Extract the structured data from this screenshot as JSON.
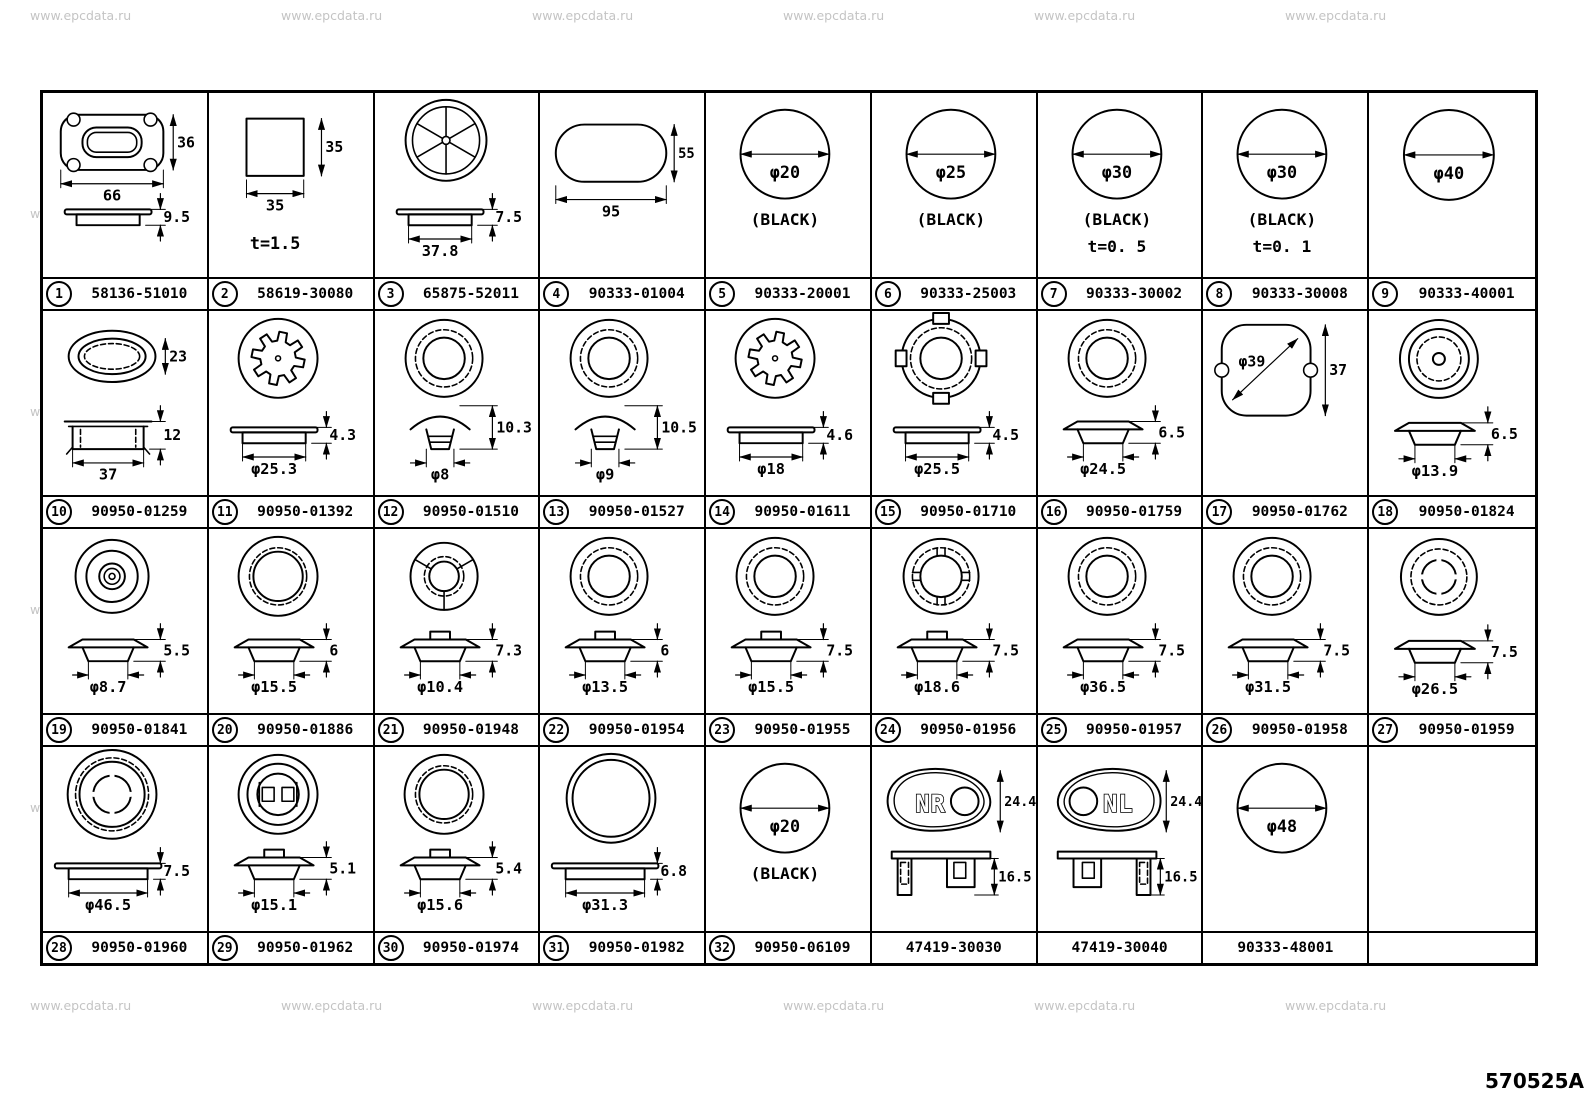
{
  "page": {
    "code": "570525A",
    "watermark": "www.epcdata.ru"
  },
  "parts": [
    {
      "n": "1",
      "p": "58136-51010",
      "t": "plate",
      "vh": "36",
      "vw": "66",
      "s": "flat",
      "sh": "9.5"
    },
    {
      "n": "2",
      "p": "58619-30080",
      "t": "square",
      "vh": "35",
      "vw": "35",
      "notes": [
        "t=1.5"
      ]
    },
    {
      "n": "3",
      "p": "65875-52011",
      "t": "spoke",
      "s": "flat",
      "sh": "7.5",
      "sw": "37.8"
    },
    {
      "n": "4",
      "p": "90333-01004",
      "t": "stadium",
      "vh": "55",
      "vw": "95"
    },
    {
      "n": "5",
      "p": "90333-20001",
      "t": "circle",
      "c": "φ20",
      "notes": [
        "(BLACK)"
      ]
    },
    {
      "n": "6",
      "p": "90333-25003",
      "t": "circle",
      "c": "φ25",
      "notes": [
        "(BLACK)"
      ]
    },
    {
      "n": "7",
      "p": "90333-30002",
      "t": "circle",
      "c": "φ30",
      "notes": [
        "(BLACK)",
        "t=0. 5"
      ]
    },
    {
      "n": "8",
      "p": "90333-30008",
      "t": "circle",
      "c": "φ30",
      "notes": [
        "(BLACK)",
        "t=0. 1"
      ]
    },
    {
      "n": "9",
      "p": "90333-40001",
      "t": "circle",
      "c": "φ40",
      "notes": []
    },
    {
      "n": "10",
      "p": "90950-01259",
      "t": "ovals",
      "vh": "23",
      "s": "deep",
      "sh": "12",
      "sw": "37"
    },
    {
      "n": "11",
      "p": "90950-01392",
      "t": "gear",
      "s": "flat",
      "sh": "4.3",
      "sw": "φ25.3"
    },
    {
      "n": "12",
      "p": "90950-01510",
      "t": "rings",
      "s": "dome",
      "sh": "10.3",
      "sw": "φ8"
    },
    {
      "n": "13",
      "p": "90950-01527",
      "t": "rings",
      "s": "dome",
      "sh": "10.5",
      "sw": "φ9"
    },
    {
      "n": "14",
      "p": "90950-01611",
      "t": "gear",
      "s": "flat",
      "sh": "4.6",
      "sw": "φ18"
    },
    {
      "n": "15",
      "p": "90950-01710",
      "t": "tabring",
      "s": "flat",
      "sh": "4.5",
      "sw": "φ25.5"
    },
    {
      "n": "16",
      "p": "90950-01759",
      "t": "rings",
      "s": "hat",
      "sh": "6.5",
      "sw": "φ24.5"
    },
    {
      "n": "17",
      "p": "90950-01762",
      "t": "rsquare",
      "c": "φ39",
      "vh": "37"
    },
    {
      "n": "18",
      "p": "90950-01824",
      "t": "ringsdot",
      "s": "hat",
      "sh": "6.5",
      "sw": "φ13.9"
    },
    {
      "n": "19",
      "p": "90950-01841",
      "t": "bullseye",
      "s": "hat",
      "sh": "5.5",
      "sw": "φ8.7"
    },
    {
      "n": "20",
      "p": "90950-01886",
      "t": "bigring",
      "s": "hat",
      "sh": "6",
      "sw": "φ15.5"
    },
    {
      "n": "21",
      "p": "90950-01948",
      "t": "yspoke",
      "s": "nub",
      "sh": "7.3",
      "sw": "φ10.4"
    },
    {
      "n": "22",
      "p": "90950-01954",
      "t": "rings",
      "s": "nub",
      "sh": "6",
      "sw": "φ13.5"
    },
    {
      "n": "23",
      "p": "90950-01955",
      "t": "rings",
      "s": "nub",
      "sh": "7.5",
      "sw": "φ15.5"
    },
    {
      "n": "24",
      "p": "90950-01956",
      "t": "tickring",
      "s": "nub",
      "sh": "7.5",
      "sw": "φ18.6"
    },
    {
      "n": "25",
      "p": "90950-01957",
      "t": "rings",
      "s": "hat",
      "sh": "7.5",
      "sw": "φ36.5"
    },
    {
      "n": "26",
      "p": "90950-01958",
      "t": "rings",
      "s": "hat",
      "sh": "7.5",
      "sw": "φ31.5"
    },
    {
      "n": "27",
      "p": "90950-01959",
      "t": "crossring",
      "s": "hat",
      "sh": "7.5",
      "sw": "φ26.5"
    },
    {
      "n": "28",
      "p": "90950-01960",
      "t": "crossbig",
      "s": "flatw",
      "sh": "7.5",
      "sw": "φ46.5"
    },
    {
      "n": "29",
      "p": "90950-01962",
      "t": "squares2",
      "s": "nub",
      "sh": "5.1",
      "sw": "φ15.1"
    },
    {
      "n": "30",
      "p": "90950-01974",
      "t": "bigring",
      "s": "nub",
      "sh": "5.4",
      "sw": "φ15.6"
    },
    {
      "n": "31",
      "p": "90950-01982",
      "t": "bigring2",
      "s": "flatw",
      "sh": "6.8",
      "sw": "φ31.3"
    },
    {
      "n": "32",
      "p": "90950-06109",
      "t": "circle",
      "c": "φ20",
      "notes": [
        "(BLACK)"
      ]
    },
    {
      "n": "",
      "p": "47419-30030",
      "t": "tearNR",
      "vh": "24.4",
      "s": "clipR",
      "sh": "16.5"
    },
    {
      "n": "",
      "p": "47419-30040",
      "t": "tearNL",
      "vh": "24.4",
      "s": "clipL",
      "sh": "16.5"
    },
    {
      "n": "",
      "p": "90333-48001",
      "t": "circle",
      "c": "φ48",
      "notes": []
    },
    {
      "n": "",
      "p": "",
      "t": "empty"
    }
  ]
}
